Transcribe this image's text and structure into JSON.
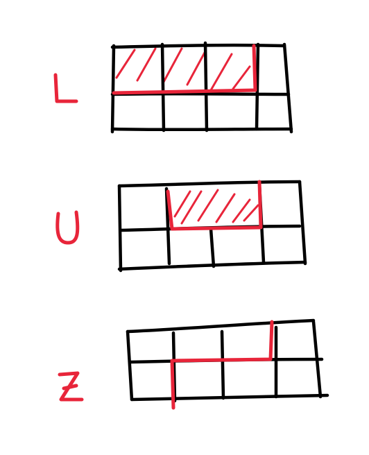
{
  "colors": {
    "ink": "#000000",
    "accent": "#e8253a",
    "background": "#ffffff"
  },
  "figures": [
    {
      "letter": "L",
      "icon": "L-letter"
    },
    {
      "letter": "U",
      "icon": "U-letter"
    },
    {
      "letter": "Z",
      "icon": "Z-letter"
    }
  ]
}
